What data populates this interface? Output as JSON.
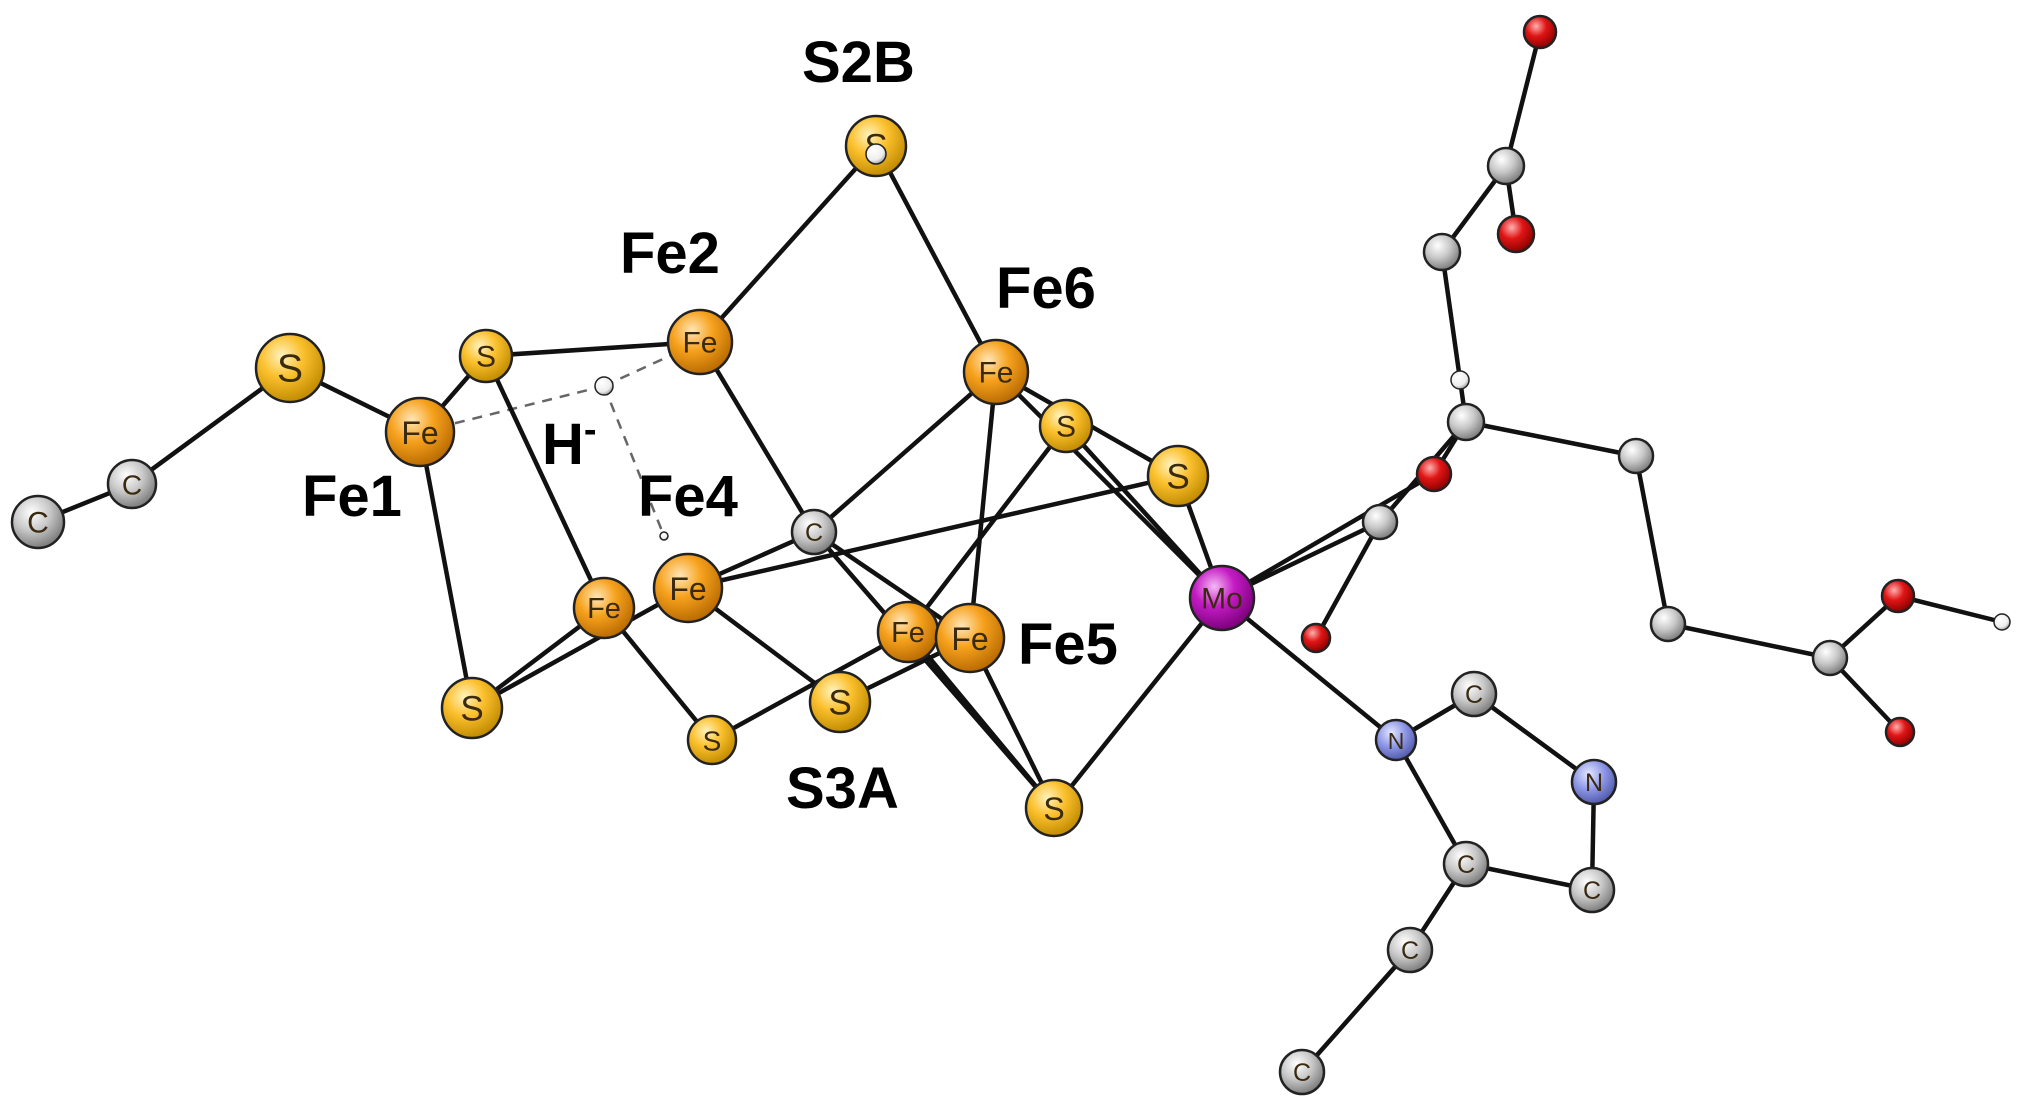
{
  "colors": {
    "fe": "#F7A21E",
    "s": "#FBC02D",
    "mo": "#C41BC4",
    "c": "#BDBDBD",
    "n": "#8F98E8",
    "o": "#E01515",
    "h": "#F2F2F2"
  },
  "atom_glyphs": {
    "fe": "Fe",
    "s": "S",
    "mo": "Mo",
    "c": "C",
    "n": "N"
  },
  "labels": {
    "fe1": "Fe1",
    "fe2": "Fe2",
    "fe4": "Fe4",
    "fe5": "Fe5",
    "fe6": "Fe6",
    "s2b": "S2B",
    "s3a": "S3A",
    "hydride": "H",
    "hydride_charge": "-"
  }
}
